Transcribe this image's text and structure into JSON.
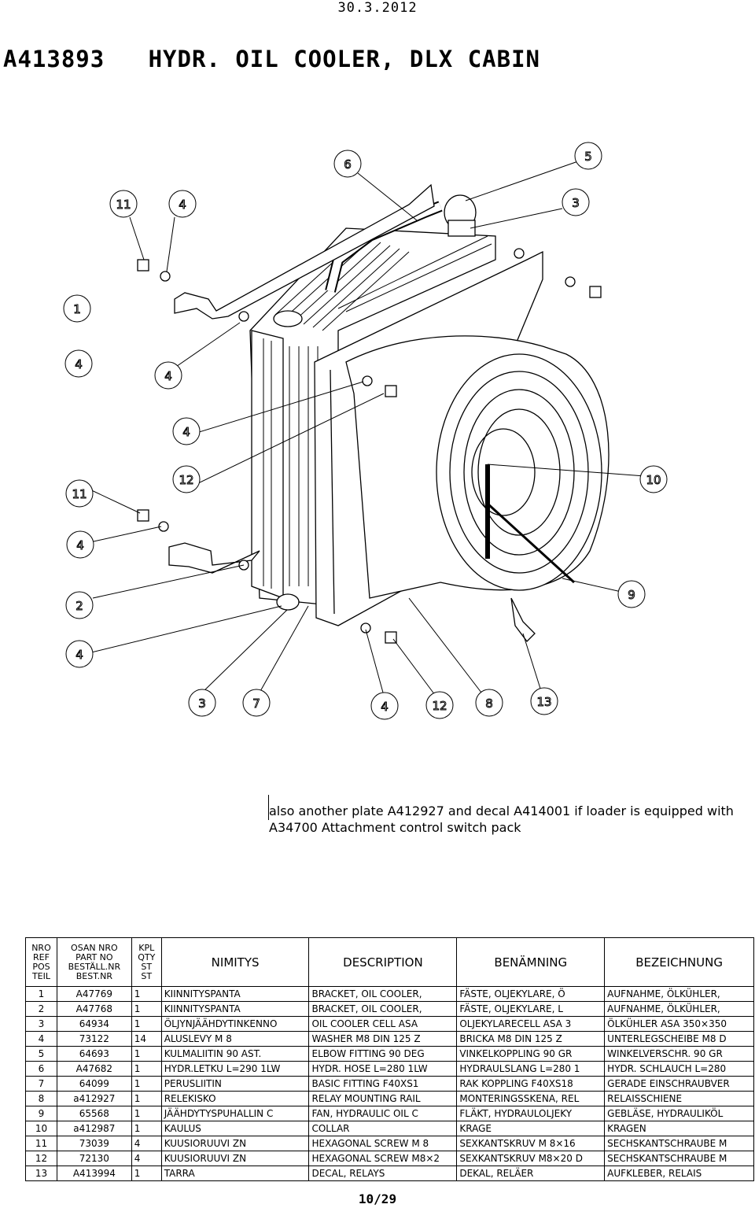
{
  "header": {
    "date": "30.3.2012",
    "title": "A413893   HYDR. OIL COOLER, DLX CABIN"
  },
  "callouts": [
    {
      "id": "c1",
      "label": "6"
    },
    {
      "id": "c2",
      "label": "5"
    },
    {
      "id": "c3",
      "label": "11"
    },
    {
      "id": "c4",
      "label": "4"
    },
    {
      "id": "c5",
      "label": "3"
    },
    {
      "id": "c6",
      "label": "1"
    },
    {
      "id": "c7",
      "label": "4"
    },
    {
      "id": "c8",
      "label": "4"
    },
    {
      "id": "c9",
      "label": "4"
    },
    {
      "id": "c10",
      "label": "11"
    },
    {
      "id": "c11",
      "label": "12"
    },
    {
      "id": "c12",
      "label": "10"
    },
    {
      "id": "c13",
      "label": "4"
    },
    {
      "id": "c14",
      "label": "2"
    },
    {
      "id": "c15",
      "label": "9"
    },
    {
      "id": "c16",
      "label": "4"
    },
    {
      "id": "c17",
      "label": "3"
    },
    {
      "id": "c18",
      "label": "7"
    },
    {
      "id": "c19",
      "label": "4"
    },
    {
      "id": "c20",
      "label": "12"
    },
    {
      "id": "c21",
      "label": "8"
    },
    {
      "id": "c22",
      "label": "13"
    }
  ],
  "note": {
    "line1": "also another plate A412927 and decal A414001 if loader is equipped with",
    "line2": "A34700 Attachment control switch pack"
  },
  "table": {
    "headers": {
      "ref": [
        "NRO",
        "REF",
        "POS",
        "TEIL"
      ],
      "part": [
        "OSAN NRO",
        "PART NO",
        "BESTÄLL.NR",
        "BEST.NR"
      ],
      "qty": [
        "KPL",
        "QTY",
        "ST",
        "ST"
      ],
      "nimitys": "NIMITYS",
      "description": "DESCRIPTION",
      "benamning": "BENÄMNING",
      "bezeichnung": "BEZEICHNUNG"
    },
    "rows": [
      {
        "ref": "1",
        "part": "A47769",
        "qty": "1",
        "fi": "KIINNITYSPANTA",
        "en": "BRACKET, OIL COOLER,",
        "sv": "FÄSTE, OLJEKYLARE, Ö",
        "de": "AUFNAHME, ÖLKÜHLER,"
      },
      {
        "ref": "2",
        "part": "A47768",
        "qty": "1",
        "fi": "KIINNITYSPANTA",
        "en": "BRACKET, OIL COOLER,",
        "sv": "FÄSTE, OLJEKYLARE, L",
        "de": "AUFNAHME, ÖLKÜHLER,"
      },
      {
        "ref": "3",
        "part": "64934",
        "qty": "1",
        "fi": "ÖLJYNJÄÄHDYTINKENNO",
        "en": "OIL COOLER CELL ASA",
        "sv": "OLJEKYLARECELL ASA 3",
        "de": "ÖLKÜHLER ASA 350×350"
      },
      {
        "ref": "4",
        "part": "73122",
        "qty": "14",
        "fi": "ALUSLEVY M 8",
        "en": "WASHER  M8 DIN 125 Z",
        "sv": "BRICKA M8  DIN 125 Z",
        "de": "UNTERLEGSCHEIBE M8 D"
      },
      {
        "ref": "5",
        "part": "64693",
        "qty": "1",
        "fi": "KULMALIITIN 90 AST.",
        "en": "ELBOW FITTING 90 DEG",
        "sv": "VINKELKOPPLING 90 GR",
        "de": "WINKELVERSCHR. 90 GR"
      },
      {
        "ref": "6",
        "part": "A47682",
        "qty": "1",
        "fi": "HYDR.LETKU L=290 1LW",
        "en": "HYDR. HOSE L=280 1LW",
        "sv": "HYDRAULSLANG L=280 1",
        "de": "HYDR. SCHLAUCH L=280"
      },
      {
        "ref": "7",
        "part": "64099",
        "qty": "1",
        "fi": "PERUSLIITIN",
        "en": "BASIC FITTING F40XS1",
        "sv": "RAK KOPPLING F40XS18",
        "de": "GERADE EINSCHRAUBVER"
      },
      {
        "ref": "8",
        "part": "a412927",
        "qty": "1",
        "fi": "RELEKISKO",
        "en": "RELAY MOUNTING RAIL",
        "sv": "MONTERINGSSKENA, REL",
        "de": "RELAISSCHIENE"
      },
      {
        "ref": "9",
        "part": "65568",
        "qty": "1",
        "fi": "JÄÄHDYTYSPUHALLIN  C",
        "en": "FAN, HYDRAULIC OIL C",
        "sv": "FLÄKT, HYDRAULOLJEKY",
        "de": "GEBLÄSE, HYDRAULIKÖL"
      },
      {
        "ref": "10",
        "part": "a412987",
        "qty": "1",
        "fi": "KAULUS",
        "en": "COLLAR",
        "sv": "KRAGE",
        "de": "KRAGEN"
      },
      {
        "ref": "11",
        "part": "73039",
        "qty": "4",
        "fi": "KUUSIORUUVI ZN",
        "en": "HEXAGONAL SCREW  M 8",
        "sv": "SEXKANTSKRUV  M 8×16",
        "de": "SECHSKANTSCHRAUBE M"
      },
      {
        "ref": "12",
        "part": "72130",
        "qty": "4",
        "fi": "KUUSIORUUVI ZN",
        "en": "HEXAGONAL SCREW M8×2",
        "sv": "SEXKANTSKRUV M8×20 D",
        "de": "SECHSKANTSCHRAUBE M"
      },
      {
        "ref": "13",
        "part": "A413994",
        "qty": "1",
        "fi": "TARRA",
        "en": "DECAL, RELAYS",
        "sv": "DEKAL, RELÄER",
        "de": "AUFKLEBER, RELAIS"
      }
    ]
  },
  "footer": {
    "page": "10/29"
  }
}
